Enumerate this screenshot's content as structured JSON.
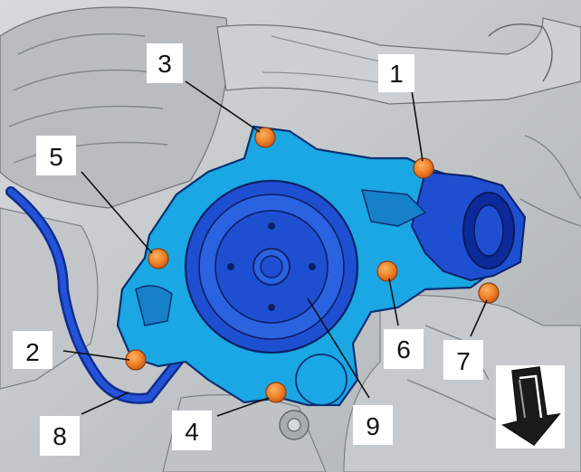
{
  "figure": {
    "colors": {
      "engine_gray": "#c9ccce",
      "engine_dark": "#8e9396",
      "pump_cyan": "#1aa7e3",
      "pump_blue": "#1f4fd1",
      "pump_deep": "#0d2a9a",
      "hose_blue": "#1b43c9",
      "bolt_orange": "#ef7d22",
      "bolt_core": "#f6a24b"
    },
    "callouts": [
      {
        "id": "1",
        "label": "1"
      },
      {
        "id": "2",
        "label": "2"
      },
      {
        "id": "3",
        "label": "3"
      },
      {
        "id": "4",
        "label": "4"
      },
      {
        "id": "5",
        "label": "5"
      },
      {
        "id": "6",
        "label": "6"
      },
      {
        "id": "7",
        "label": "7"
      },
      {
        "id": "8",
        "label": "8"
      },
      {
        "id": "9",
        "label": "9"
      }
    ],
    "icons": {
      "direction": "front-direction-arrow-icon"
    }
  }
}
